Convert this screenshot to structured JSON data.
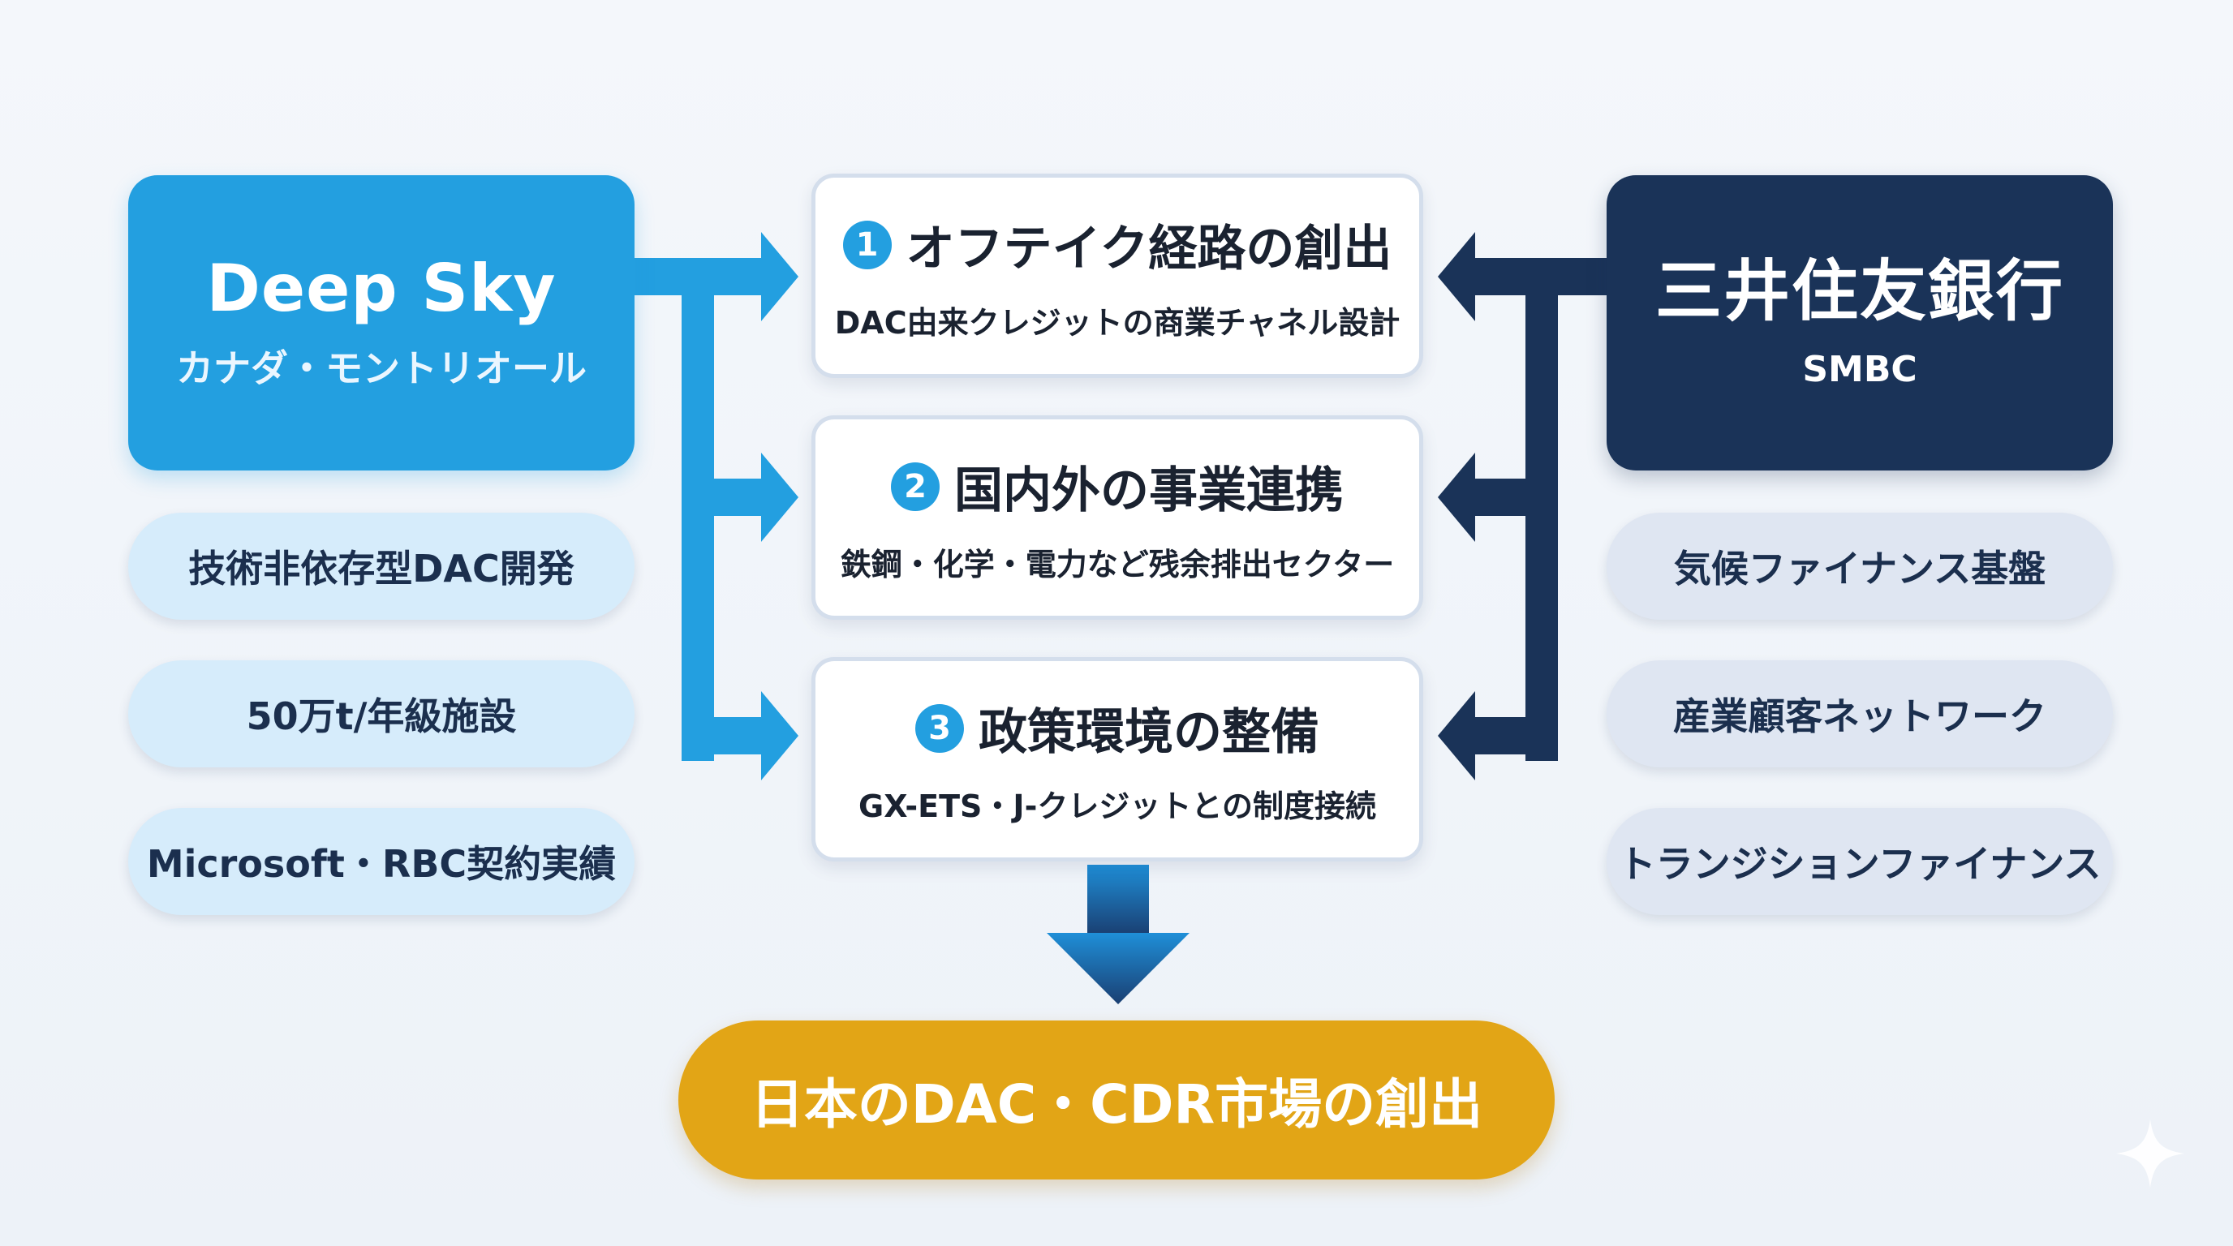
{
  "left_partner": {
    "name": "Deep Sky",
    "location": "カナダ・モントリオール",
    "capabilities": [
      "技術非依存型DAC開発",
      "50万t/年級施設",
      "Microsoft・RBC契約実績"
    ]
  },
  "right_partner": {
    "name": "三井住友銀行",
    "abbreviation": "SMBC",
    "capabilities": [
      "気候ファイナンス基盤",
      "産業顧客ネットワーク",
      "トランジションファイナンス"
    ]
  },
  "initiatives": [
    {
      "number": "1",
      "title": "オフテイク経路の創出",
      "description": "DAC由来クレジットの商業チャネル設計"
    },
    {
      "number": "2",
      "title": "国内外の事業連携",
      "description": "鉄鋼・化学・電力など残余排出セクター"
    },
    {
      "number": "3",
      "title": "政策環境の整備",
      "description": "GX-ETS・J-クレジットとの制度接続"
    }
  ],
  "outcome": "日本のDAC・CDR市場の創出",
  "colors": {
    "left_accent": "#239fe0",
    "right_accent": "#1a3358",
    "outcome": "#e2a516",
    "left_pill": "#d6ecfb",
    "right_pill": "#dfe6f2"
  }
}
